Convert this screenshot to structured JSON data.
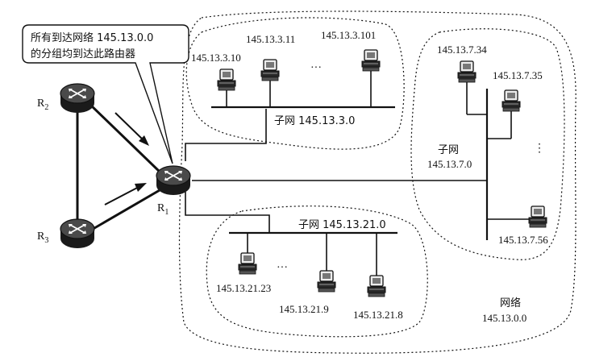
{
  "callout": {
    "line1": "所有到达网络 145.13.0.0",
    "line2": "的分组均到达此路由器"
  },
  "routers": {
    "r1": "R",
    "r1_sub": "1",
    "r2": "R",
    "r2_sub": "2",
    "r3": "R",
    "r3_sub": "3"
  },
  "subnet_3": {
    "label": "子网 145.13.3.0",
    "hosts": [
      "145.13.3.10",
      "145.13.3.11",
      "145.13.3.101"
    ],
    "ellipsis": "···"
  },
  "subnet_7": {
    "label_line1": "子网",
    "label_line2": "145.13.7.0",
    "hosts": [
      "145.13.7.34",
      "145.13.7.35",
      "145.13.7.56"
    ],
    "ellipsis": "⋮"
  },
  "subnet_21": {
    "label": "子网 145.13.21.0",
    "hosts": [
      "145.13.21.23",
      "145.13.21.9",
      "145.13.21.8"
    ],
    "ellipsis": "···"
  },
  "network": {
    "label_line1": "网络",
    "label_line2": "145.13.0.0"
  }
}
